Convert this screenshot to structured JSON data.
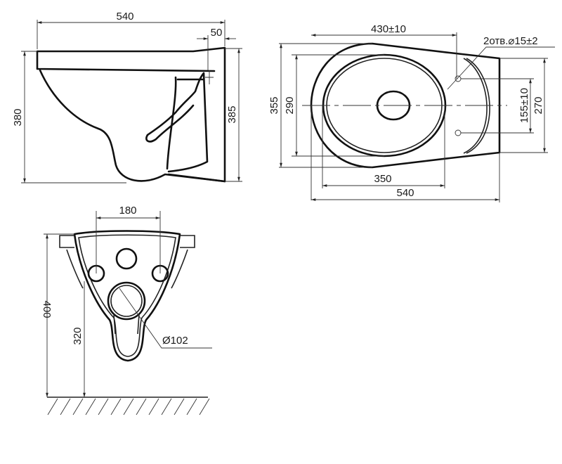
{
  "title": "Wall-hung toilet dimensional drawing",
  "side_view": {
    "width_total": "540",
    "wall_offset": "50",
    "height_front": "380",
    "height_back": "385"
  },
  "top_view": {
    "seat_length": "430±10",
    "holes_label": "2отв.⌀15±2",
    "outer_width": "355",
    "inner_width": "290",
    "bowl_length": "350",
    "total_length": "540",
    "hole_spacing": "155±10",
    "back_width": "270"
  },
  "front_view": {
    "bolt_spacing": "180",
    "height_total": "400",
    "outlet_height": "320",
    "outlet_diameter": "Ø102"
  }
}
